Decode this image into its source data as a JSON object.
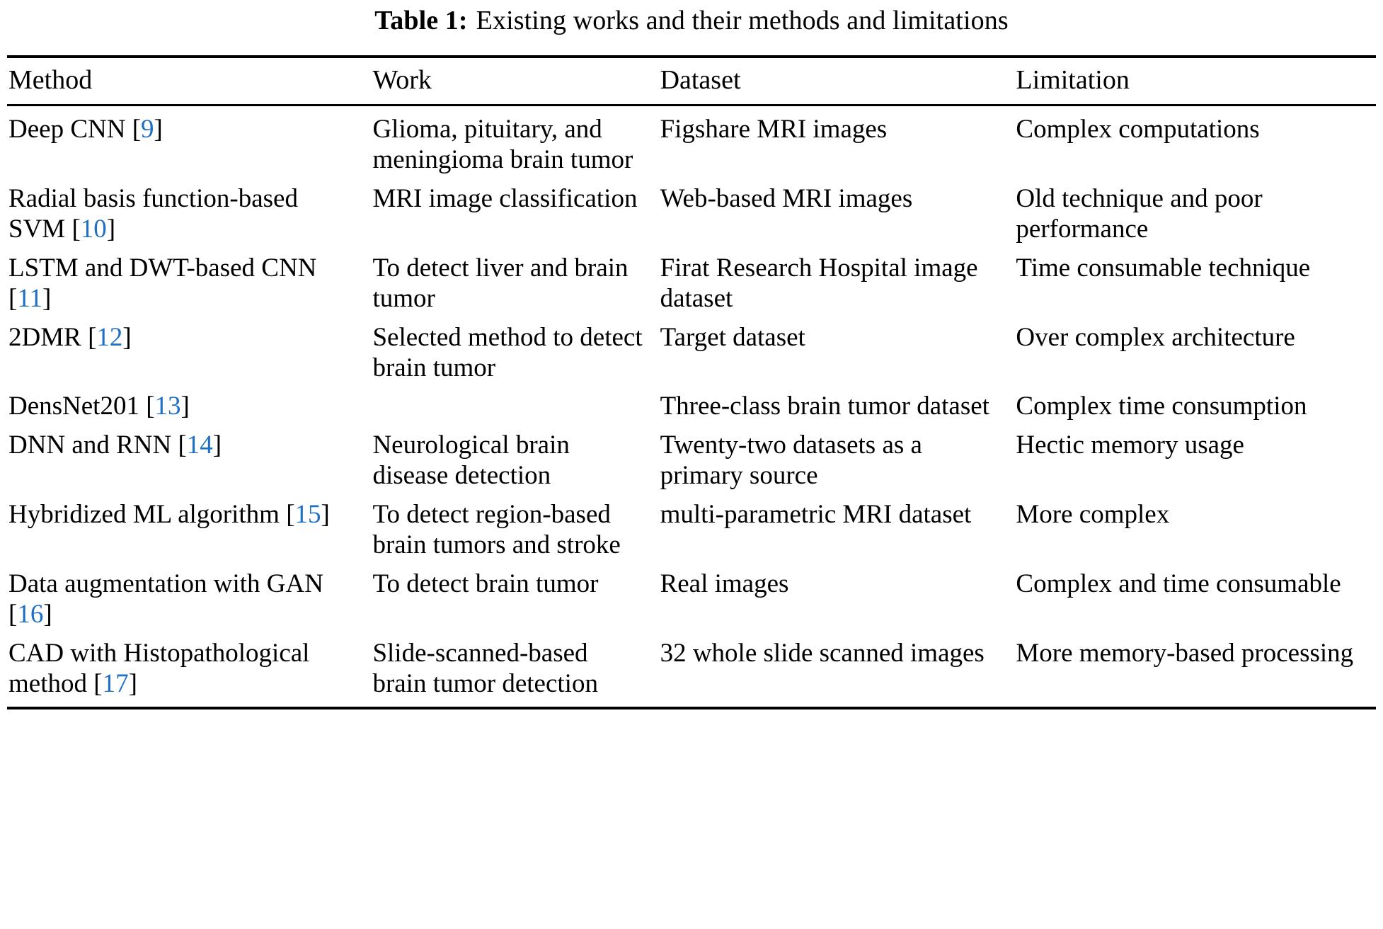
{
  "caption": {
    "label": "Table 1:",
    "text": "Existing works and their methods and limitations"
  },
  "colors": {
    "reference_link": "#1f6fc4",
    "text": "#000000",
    "rule": "#000000",
    "background": "#ffffff"
  },
  "table": {
    "columns": [
      "Method",
      "Work",
      "Dataset",
      "Limitation"
    ],
    "rows": [
      {
        "method": "Deep CNN",
        "method_ref": "9",
        "work": "Glioma, pituitary, and meningioma brain tumor",
        "dataset": "Figshare MRI images",
        "limitation": "Complex computations"
      },
      {
        "method": "Radial basis function-based SVM",
        "method_ref": "10",
        "work": "MRI image classification",
        "dataset": "Web-based MRI images",
        "limitation": "Old technique and poor performance"
      },
      {
        "method": "LSTM and DWT-based CNN",
        "method_ref": "11",
        "work": "To detect liver and brain tumor",
        "dataset": "Firat Research Hospital image dataset",
        "limitation": "Time consumable technique"
      },
      {
        "method": "2DMR",
        "method_ref": "12",
        "work": "Selected method to detect brain tumor",
        "dataset": "Target dataset",
        "limitation": "Over complex architecture"
      },
      {
        "method": "DensNet201",
        "method_ref": "13",
        "work": "",
        "dataset": "Three-class brain tumor dataset",
        "limitation": "Complex time consumption"
      },
      {
        "method": "DNN and RNN",
        "method_ref": "14",
        "work": "Neurological brain disease detection",
        "dataset": "Twenty-two datasets as a primary source",
        "limitation": "Hectic memory usage"
      },
      {
        "method": "Hybridized ML algorithm",
        "method_ref": "15",
        "work": "To detect region-based brain tumors and stroke",
        "dataset": "multi-parametric MRI dataset",
        "limitation": "More complex"
      },
      {
        "method": "Data augmentation with GAN",
        "method_ref": "16",
        "work": "To detect brain tumor",
        "dataset": "Real images",
        "limitation": "Complex and time consumable"
      },
      {
        "method": "CAD with Histopathological method",
        "method_ref": "17",
        "work": "Slide-scanned-based brain tumor detection",
        "dataset": "32 whole slide scanned images",
        "limitation": "More memory-based processing"
      }
    ]
  }
}
